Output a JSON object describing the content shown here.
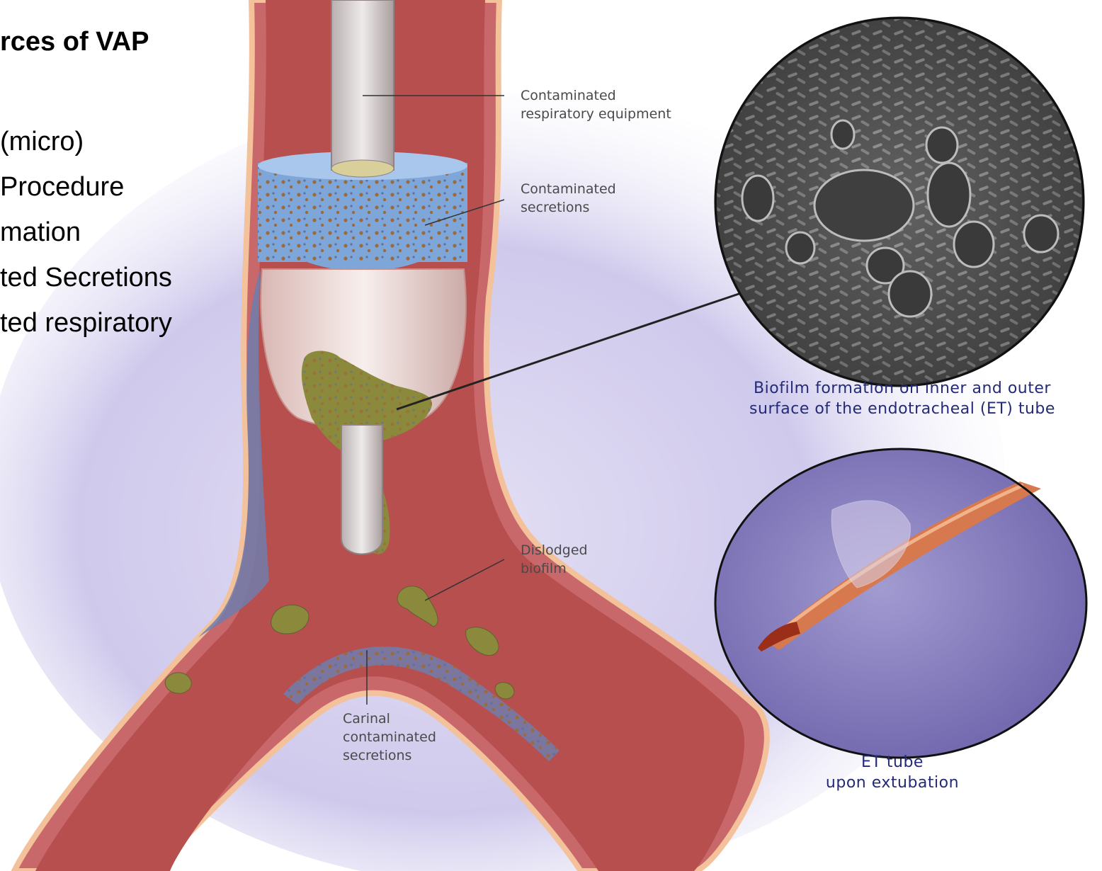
{
  "slide": {
    "title": "rces of VAP",
    "bullets": [
      "(micro)",
      "Procedure",
      "mation",
      "ted Secretions",
      "ted respiratory"
    ]
  },
  "diagram": {
    "labels": {
      "equipment": [
        "Contaminated",
        "respiratory equipment"
      ],
      "secretions": [
        "Contaminated",
        "secretions"
      ],
      "biofilm": [
        "Dislodged",
        "biofilm"
      ],
      "carinal": [
        "Carinal",
        "contaminated",
        "secretions"
      ]
    },
    "captions": {
      "biofilm_photo": [
        "Biofilm formation on inner and outer",
        "surface of the endotracheal (ET) tube"
      ],
      "et_tube_photo": [
        "ET tube",
        "upon extubation"
      ]
    }
  },
  "colors": {
    "airway_wall": "#c9686a",
    "airway_lumen": "#b84f4f",
    "mucosa_edge": "#f3c29a",
    "cuff_blue": "#7ea6d8",
    "biofilm": "#8b8a3c",
    "halo": "#c9c3e8",
    "caption_text": "#232a78"
  },
  "icons": [
    "sem-photo-icon",
    "et-tube-photo-icon"
  ]
}
